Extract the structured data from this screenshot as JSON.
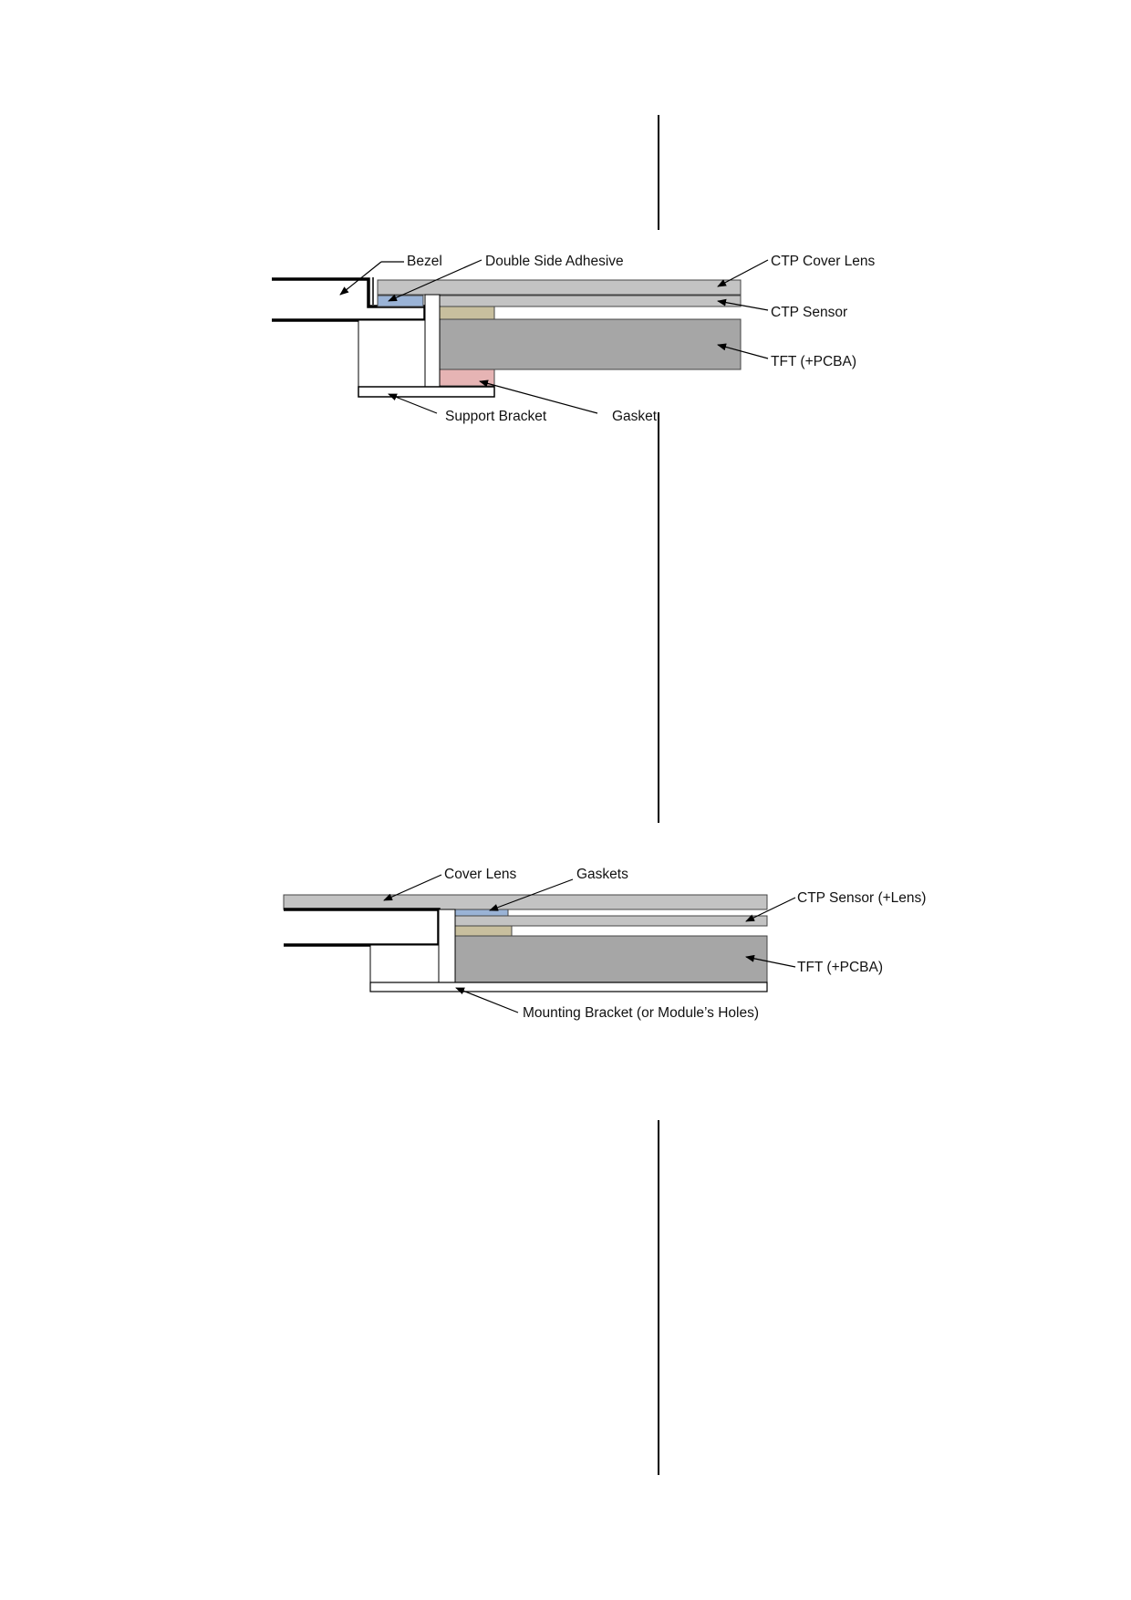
{
  "diagram_top": {
    "labels": {
      "bezel": "Bezel",
      "double_side_adhesive": "Double Side Adhesive",
      "ctp_cover_lens": "CTP Cover Lens",
      "ctp_sensor": "CTP Sensor",
      "tft": "TFT (+PCBA)",
      "support_bracket": "Support Bracket",
      "gasket": "Gasket"
    }
  },
  "diagram_bottom": {
    "labels": {
      "cover_lens": "Cover Lens",
      "gaskets": "Gaskets",
      "ctp_sensor": "CTP Sensor (+Lens)",
      "tft": "TFT (+PCBA)",
      "mounting_bracket": "Mounting Bracket (or Module’s Holes)"
    }
  },
  "colors": {
    "lens_gray": "#c3c3c3",
    "tft_gray": "#a6a6a6",
    "adhesive_blue": "#9ab3d6",
    "foam_tan": "#c8bf9e",
    "gasket_pink": "#e6b4b4",
    "line": "#000000"
  }
}
